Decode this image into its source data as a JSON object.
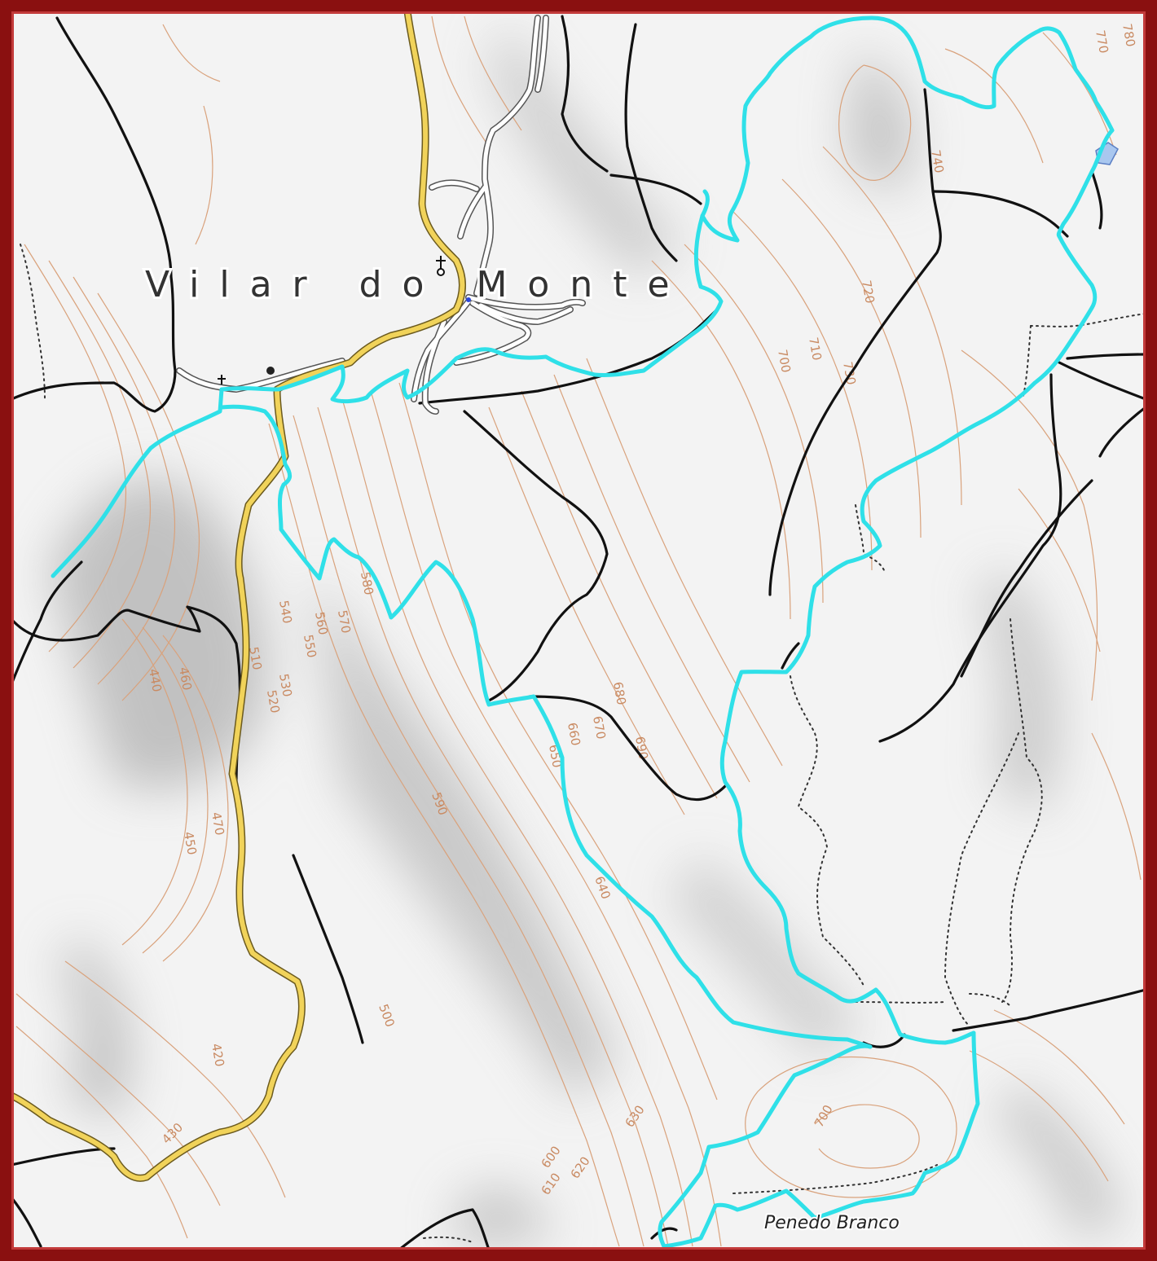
{
  "map": {
    "place_labels": {
      "village": "Vilar do Monte",
      "locality": "Penedo Branco"
    },
    "contour_labels": [
      "780",
      "770",
      "740",
      "720",
      "710",
      "730",
      "700",
      "580",
      "540",
      "560",
      "570",
      "550",
      "510",
      "530",
      "520",
      "440",
      "460",
      "680",
      "670",
      "660",
      "650",
      "690",
      "590",
      "470",
      "450",
      "640",
      "500",
      "420",
      "430",
      "630",
      "600",
      "620",
      "610",
      "700"
    ],
    "colors": {
      "frame": "#8a1010",
      "route": "#2fe0e8",
      "contour": "#d9a27c",
      "main_road": "#f1d35a",
      "stream": "#111111",
      "water": "#a9c7ef"
    },
    "icons": [
      "church-cross-icon",
      "church-cross-icon",
      "waypoint-marker-icon",
      "water-pond-icon"
    ]
  }
}
